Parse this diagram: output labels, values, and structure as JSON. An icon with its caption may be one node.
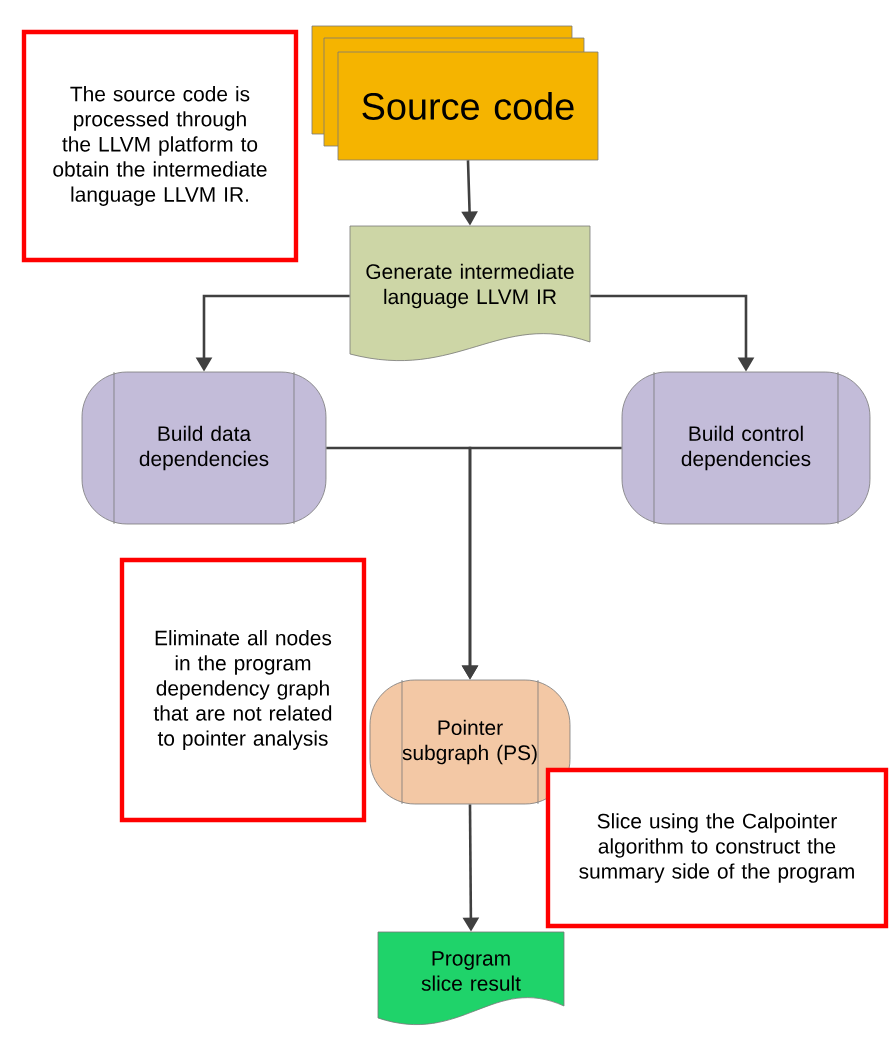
{
  "diagram": {
    "nodes": [
      {
        "text": [
          "The source code is processed through the LLVM platform to obtain the intermediate language LLVM IR."
        ]
      },
      {
        "text": [
          "Source code"
        ]
      },
      {
        "text": [
          "Generate intermediate language LLVM IR"
        ]
      },
      {
        "text": [
          "Build data dependencies"
        ]
      },
      {
        "text": [
          "Build control dependencies"
        ]
      },
      {
        "text": [
          "Eliminate all nodes in the program dependency graph that are not related to pointer analysis"
        ]
      },
      {
        "text": [
          "Pointer subgraph (PS)"
        ]
      },
      {
        "text": [
          "Slice using the Calpointer algorithm to construct the summary side of the program"
        ]
      },
      {
        "text": [
          "Program slice result"
        ]
      }
    ],
    "edges": [
      {
        "from": 1,
        "to": 2,
        "arrow": "to"
      },
      {
        "from": 2,
        "to": 3,
        "arrow": "to"
      },
      {
        "from": 2,
        "to": 4,
        "arrow": "to"
      },
      {
        "from": 3,
        "to": 6,
        "arrow": "to"
      },
      {
        "from": 4,
        "to": 6,
        "arrow": "to"
      },
      {
        "from": 6,
        "to": 8,
        "arrow": "to"
      }
    ]
  }
}
